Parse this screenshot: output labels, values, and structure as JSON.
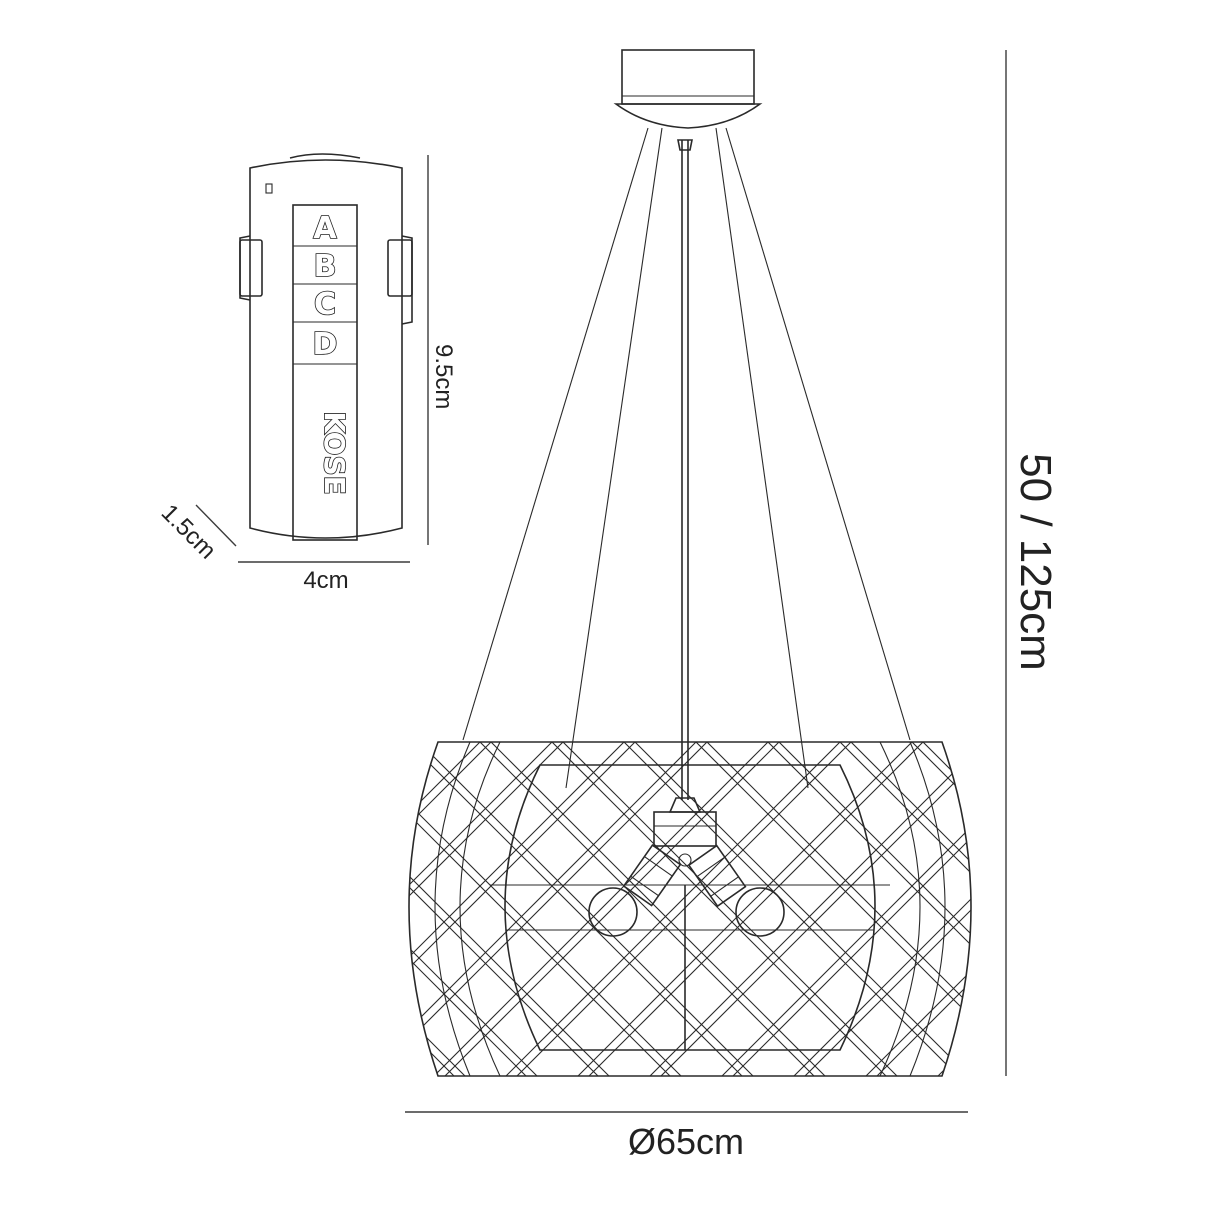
{
  "remote": {
    "buttons": [
      "A",
      "B",
      "C",
      "D"
    ],
    "brand": "KOSE"
  },
  "dimensions": {
    "remote_height": "9.5cm",
    "remote_width": "4cm",
    "remote_depth": "1.5cm",
    "drop_height": "50 / 125cm",
    "diameter": "Ø65cm"
  }
}
